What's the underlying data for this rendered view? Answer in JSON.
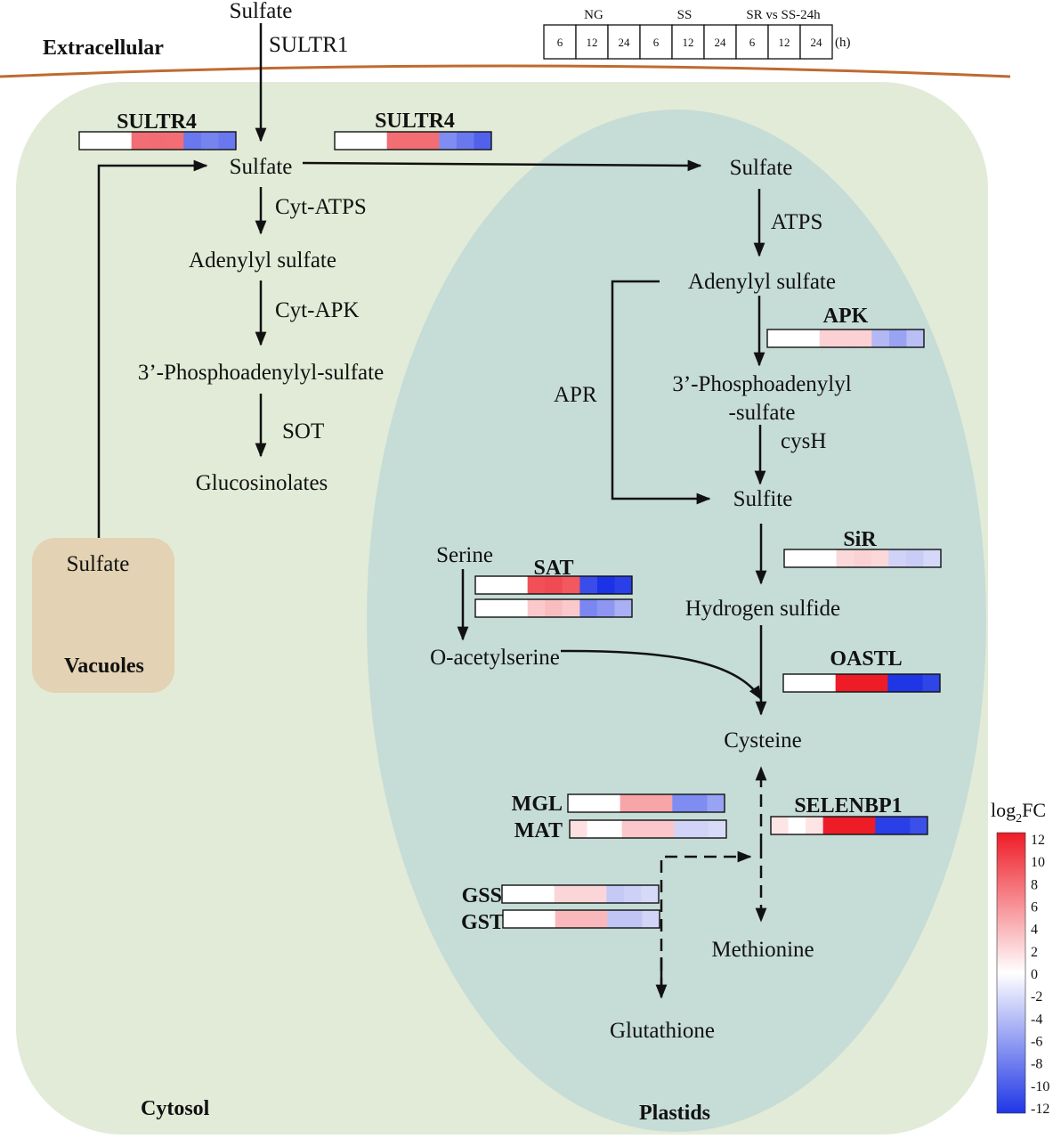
{
  "regions": {
    "extracellular": "Extracellular",
    "cytosol": "Cytosol",
    "plastids": "Plastids",
    "vacuoles": "Vacuoles",
    "vacuole_sulfate": "Sulfate"
  },
  "header_table": {
    "groups": [
      "NG",
      "SS",
      "SR vs SS-24h"
    ],
    "hours": [
      "6",
      "12",
      "24",
      "6",
      "12",
      "24",
      "6",
      "12",
      "24"
    ],
    "unit": "(h)"
  },
  "metabolites": {
    "sulfate_extracellular": "Sulfate",
    "sulfate_cytosol": "Sulfate",
    "sulfate_plastid": "Sulfate",
    "adenylyl_sulfate_cytosol": "Adenylyl sulfate",
    "paps_cytosol": "3’-Phosphoadenylyl-sulfate",
    "glucosinolates": "Glucosinolates",
    "adenylyl_sulfate_plastid": "Adenylyl sulfate",
    "paps_plastid_line1": "3’-Phosphoadenylyl",
    "paps_plastid_line2": "-sulfate",
    "sulfite": "Sulfite",
    "hydrogen_sulfide": "Hydrogen sulfide",
    "serine": "Serine",
    "o_acetylserine": "O-acetylserine",
    "cysteine": "Cysteine",
    "methionine": "Methionine",
    "glutathione": "Glutathione"
  },
  "enzymes": {
    "sultr1": "SULTR1",
    "cyt_atps": "Cyt-ATPS",
    "cyt_apk": "Cyt-APK",
    "sot": "SOT",
    "atps": "ATPS",
    "apr": "APR",
    "cysh": "cysH"
  },
  "heatmaps": [
    {
      "label": "SULTR4",
      "colors": [
        "#ffffff",
        "#ffffff",
        "#ffffff",
        "#f36e74",
        "#f26d73",
        "#f36e74",
        "#6a78ef",
        "#7684f0",
        "#6a78ef"
      ]
    },
    {
      "label": "SULTR4",
      "colors": [
        "#ffffff",
        "#ffffff",
        "#ffffff",
        "#f36e74",
        "#f36e74",
        "#f36e74",
        "#7f8cf1",
        "#6a78ef",
        "#5062ec"
      ]
    },
    {
      "label": "APK",
      "colors": [
        "#ffffff",
        "#ffffff",
        "#ffffff",
        "#fbd1d3",
        "#fbd1d3",
        "#fbd1d3",
        "#b3b8f4",
        "#9aa3f2",
        "#b9bff5"
      ]
    },
    {
      "label": "SiR",
      "colors": [
        "#ffffff",
        "#ffffff",
        "#ffffff",
        "#fbd8da",
        "#fbd2d4",
        "#fbd8da",
        "#d0d3f7",
        "#c9cdf6",
        "#d5d8f8"
      ]
    },
    {
      "label": "SAT",
      "colors": [
        "#ffffff",
        "#ffffff",
        "#ffffff",
        "#f24f57",
        "#f04a52",
        "#f3585f",
        "#3a4dea",
        "#1c32e7",
        "#2a3fe8"
      ]
    },
    {
      "label": "",
      "colors": [
        "#ffffff",
        "#ffffff",
        "#ffffff",
        "#fbc9cc",
        "#f9bdc0",
        "#fbc9cc",
        "#7a87f0",
        "#8d97f1",
        "#a9b0f4"
      ]
    },
    {
      "label": "OASTL",
      "colors": [
        "#ffffff",
        "#ffffff",
        "#ffffff",
        "#ee1c27",
        "#ee1c27",
        "#ee1c27",
        "#1f36e6",
        "#1f36e6",
        "#2e45e7"
      ]
    },
    {
      "label": "MGL",
      "colors": [
        "#ffffff",
        "#ffffff",
        "#ffffff",
        "#f7a5a9",
        "#f7a5a9",
        "#f7a5a9",
        "#7f8cf1",
        "#7f8cf1",
        "#99a3f3"
      ]
    },
    {
      "label": "MAT",
      "colors": [
        "#fde0e1",
        "#ffffff",
        "#ffffff",
        "#fbc7ca",
        "#fbc7ca",
        "#fbc7ca",
        "#d1d4f7",
        "#d1d4f7",
        "#d8dbf8"
      ]
    },
    {
      "label": "SELENBP1",
      "colors": [
        "#fde4e5",
        "#ffffff",
        "#fde4e5",
        "#ee1c27",
        "#ee1c27",
        "#ee1c27",
        "#2a40e7",
        "#2a40e7",
        "#3b50e9"
      ]
    },
    {
      "label": "GSS",
      "colors": [
        "#ffffff",
        "#ffffff",
        "#ffffff",
        "#fbd6d8",
        "#fbd6d8",
        "#fbd6d8",
        "#c4c9f6",
        "#ced1f7",
        "#d6d9f8"
      ]
    },
    {
      "label": "GST",
      "colors": [
        "#ffffff",
        "#ffffff",
        "#ffffff",
        "#f9b9bc",
        "#f9b9bc",
        "#f9b9bc",
        "#c0c5f5",
        "#c0c5f5",
        "#d2d5f7"
      ]
    }
  ],
  "legend": {
    "title_main": "log",
    "title_sub": "2",
    "title_end": "FC",
    "ticks": [
      "12",
      "10",
      "8",
      "6",
      "4",
      "2",
      "0",
      "-2",
      "-4",
      "-6",
      "-8",
      "-10",
      "-12"
    ],
    "colors": {
      "high": "#ee1c27",
      "mid": "#ffffff",
      "low": "#1f36e6"
    }
  },
  "colors": {
    "membrane": "#c06a30",
    "cytosol_fill": "#e2ebd7",
    "plastid_fill": "#c6dcd7",
    "vacuole_fill": "#e3d2b3"
  }
}
